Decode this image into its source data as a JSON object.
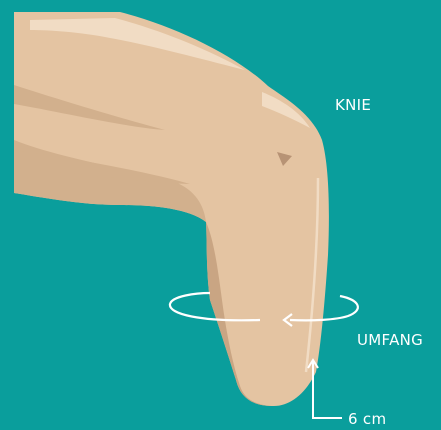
{
  "labels": {
    "knee": "KNIE",
    "circumference": "UMFANG",
    "distance": "6 cm"
  },
  "colors": {
    "background": "#0a9e9c",
    "skin": "#e4c4a2",
    "skin_shadow": "#c9a583",
    "skin_highlight": "#f1dcc4",
    "annotation": "#ffffff"
  }
}
